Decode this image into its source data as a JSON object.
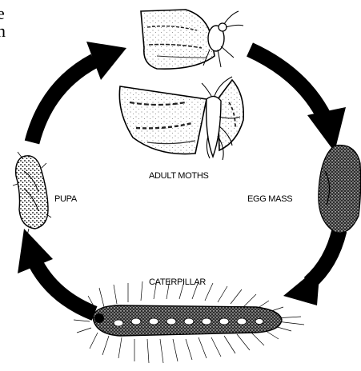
{
  "corner_text": {
    "line1": "e",
    "line2": "n"
  },
  "stages": {
    "adult": "ADULT MOTHS",
    "egg": "EGG MASS",
    "caterpillar": "CATERPILLAR",
    "pupa": "PUPA"
  },
  "colors": {
    "ink": "#000000",
    "shade": "#3a3a3a",
    "paper": "#ffffff"
  }
}
